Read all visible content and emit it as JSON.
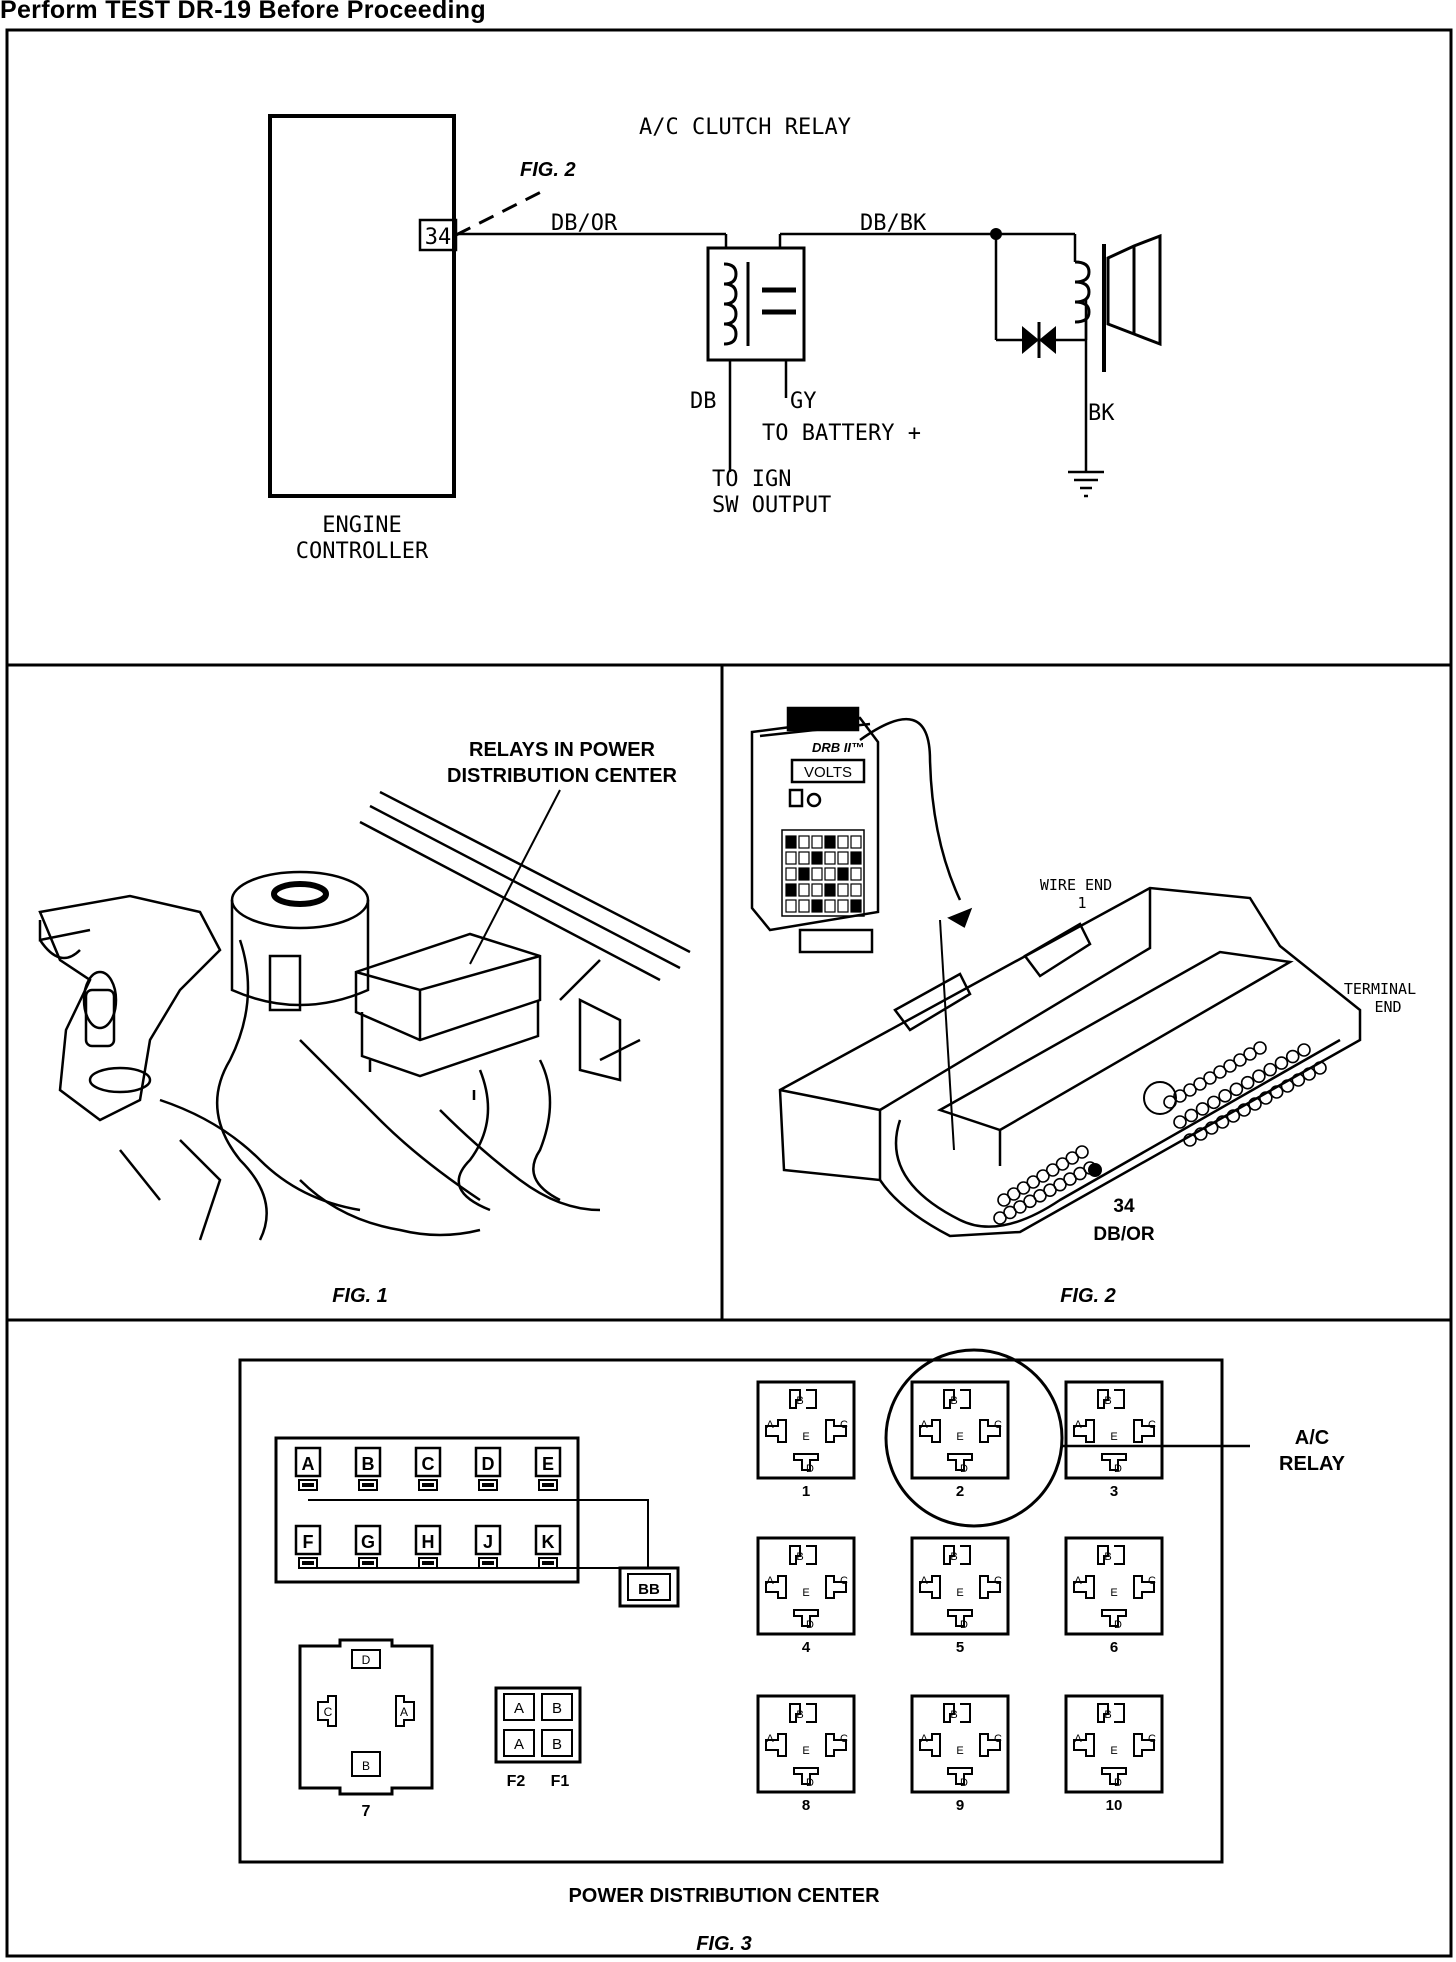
{
  "header": "Perform TEST DR-19 Before Proceeding",
  "schematic": {
    "title": "A/C CLUTCH RELAY",
    "fig_ref": "FIG. 2",
    "pin": "34",
    "wire_1": "DB/OR",
    "wire_2": "DB/BK",
    "wire_db": "DB",
    "wire_gy": "GY",
    "battery": "TO BATTERY +",
    "wire_bk": "BK",
    "ign_1": "TO IGN",
    "ign_2": "SW OUTPUT",
    "ctrl_1": "ENGINE",
    "ctrl_2": "CONTROLLER"
  },
  "fig1": {
    "label_1": "RELAYS IN POWER",
    "label_2": "DISTRIBUTION CENTER",
    "caption": "FIG. 1"
  },
  "fig2": {
    "tester_brand": "DRB II™",
    "tester_display": "VOLTS",
    "wire_end_1": "WIRE END",
    "wire_end_2": "1",
    "terminal_1": "TERMINAL",
    "terminal_2": "END",
    "pin": "34",
    "wire": "DB/OR",
    "caption": "FIG. 2"
  },
  "fig3": {
    "fuses_top": [
      "A",
      "B",
      "C",
      "D",
      "E"
    ],
    "fuses_bottom": [
      "F",
      "G",
      "H",
      "J",
      "K"
    ],
    "bus": "BB",
    "relay_numbers": [
      "1",
      "2",
      "3",
      "4",
      "5",
      "6",
      "8",
      "9",
      "10"
    ],
    "relay_letters": [
      "A",
      "B",
      "C",
      "D",
      "E"
    ],
    "connector_num": "7",
    "connector_letters": [
      "D",
      "C",
      "A",
      "B"
    ],
    "small_fuses": [
      "A",
      "B",
      "A",
      "B"
    ],
    "f2": "F2",
    "f1": "F1",
    "ac_relay_1": "A/C",
    "ac_relay_2": "RELAY",
    "title": "POWER DISTRIBUTION CENTER",
    "caption": "FIG. 3"
  }
}
